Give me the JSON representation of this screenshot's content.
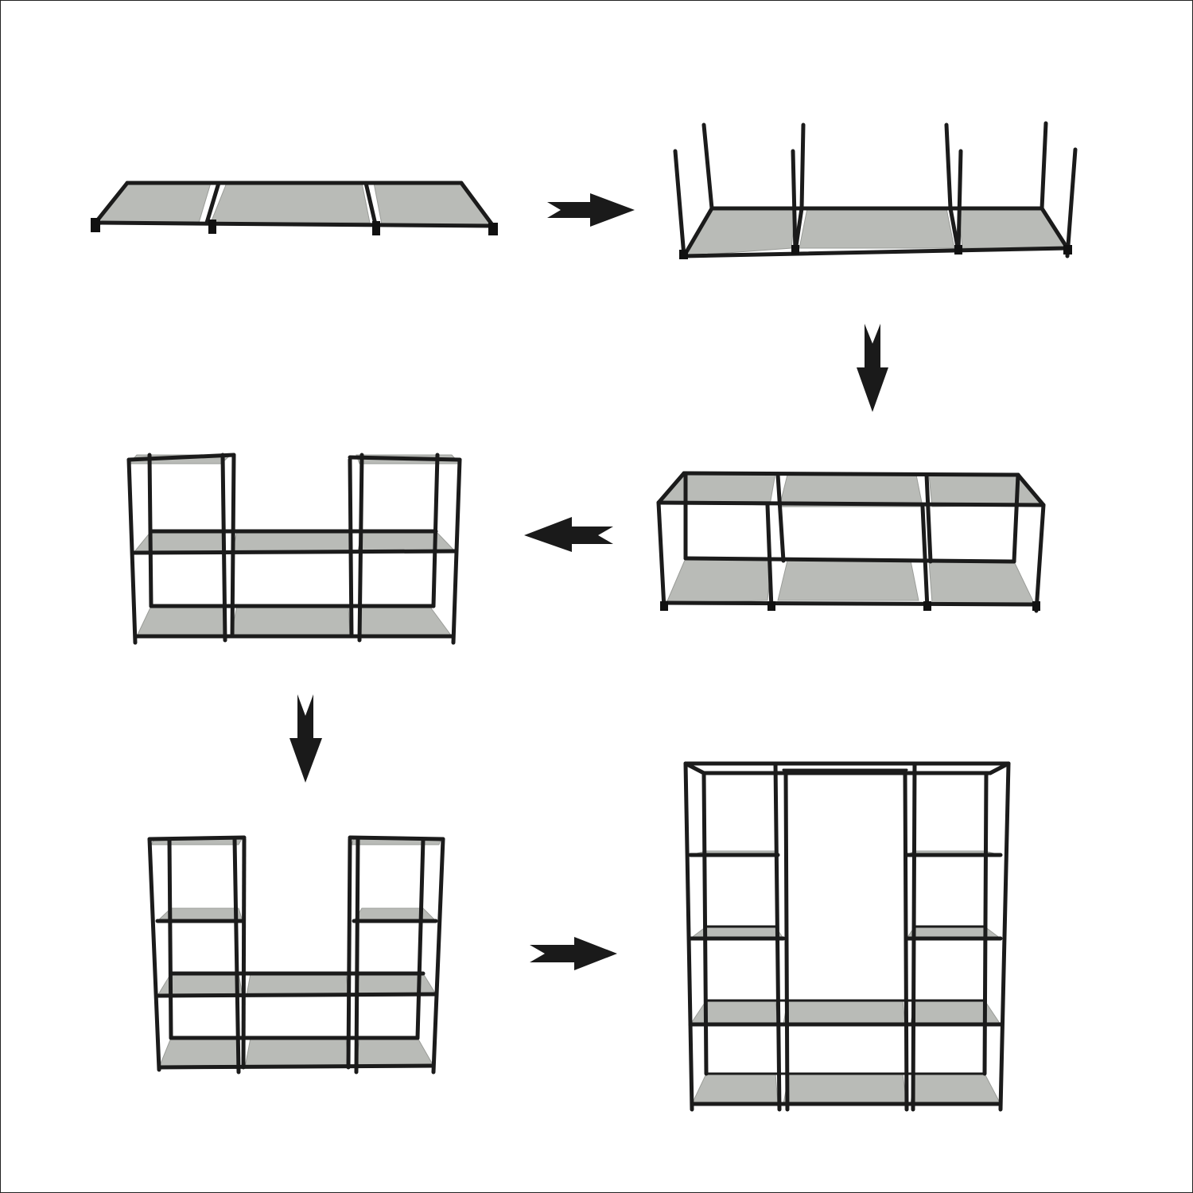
{
  "diagram": {
    "steps": [
      {
        "id": 1,
        "name": "flat-base"
      },
      {
        "id": 2,
        "name": "legs-inserted"
      },
      {
        "id": 3,
        "name": "two-tier-rack"
      },
      {
        "id": 4,
        "name": "three-tier-with-towers"
      },
      {
        "id": 5,
        "name": "four-tier-with-towers"
      },
      {
        "id": 6,
        "name": "complete-wardrobe-frame"
      }
    ],
    "arrows": [
      {
        "from": 1,
        "to": 2,
        "direction": "right"
      },
      {
        "from": 2,
        "to": 3,
        "direction": "down"
      },
      {
        "from": 3,
        "to": 4,
        "direction": "left"
      },
      {
        "from": 4,
        "to": 5,
        "direction": "down"
      },
      {
        "from": 5,
        "to": 6,
        "direction": "right"
      }
    ],
    "colors": {
      "frame": "#1b1b1b",
      "shelf_panel": "#b9bbb7",
      "arrow": "#1a1a1a",
      "background": "#ffffff"
    }
  }
}
